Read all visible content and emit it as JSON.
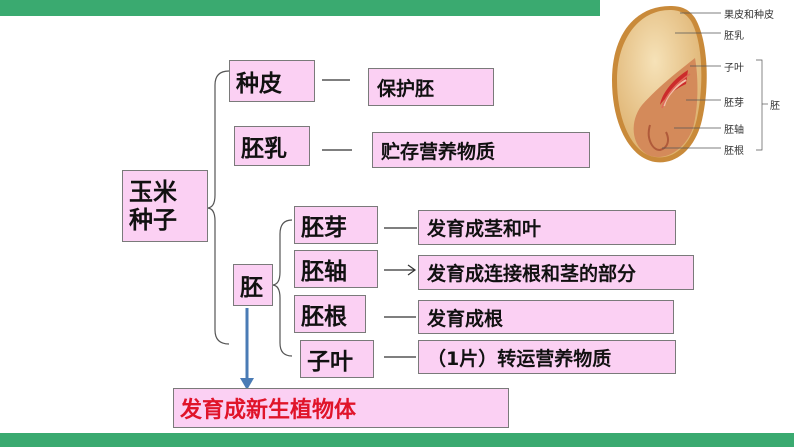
{
  "root": "玉米\n种子",
  "level1": {
    "zhongpi": "种皮",
    "peiru": "胚乳",
    "pei": "胚"
  },
  "desc1": {
    "zhongpi": "保护胚",
    "peiru": "贮存营养物质"
  },
  "embryo_parts": {
    "peiya": {
      "label": "胚芽",
      "desc": "发育成茎和叶"
    },
    "peizhou": {
      "label": "胚轴",
      "desc": "发育成连接根和茎的部分"
    },
    "peigen": {
      "label": "胚根",
      "desc": "发育成根"
    },
    "ziye": {
      "label": "子叶",
      "desc": "（1片）转运营养物质"
    }
  },
  "result": "发育成新生植物体",
  "seed_figure": {
    "labels": {
      "guopi": "果皮和种皮",
      "peiru": "胚乳",
      "ziye": "子叶",
      "peiya": "胚芽",
      "peizhou": "胚轴",
      "peigen": "胚根",
      "pei": "胚"
    }
  },
  "colors": {
    "bar": "#3aaa70",
    "box_fill": "#fbd0f3",
    "result_text": "#e0142a",
    "arrow": "#4a7bb5"
  }
}
